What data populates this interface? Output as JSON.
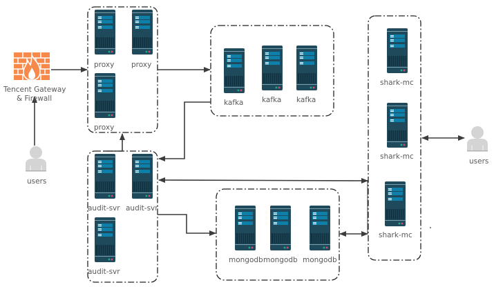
{
  "diagram": {
    "gateway": {
      "label_line1": "Tencent Gateway",
      "label_line2": "& Firewall",
      "icon": "firewall-icon",
      "color": "#f7894a"
    },
    "users_left": {
      "label": "users",
      "icon": "user-icon"
    },
    "users_right": {
      "label": "users",
      "icon": "user-icon"
    },
    "groups": {
      "proxy": {
        "servers": [
          {
            "label": "proxy"
          },
          {
            "label": "proxy"
          },
          {
            "label": "proxy"
          }
        ]
      },
      "kafka": {
        "servers": [
          {
            "label": "kafka"
          },
          {
            "label": "kafka"
          },
          {
            "label": "kafka"
          }
        ]
      },
      "audit": {
        "servers": [
          {
            "label": "audit-svr"
          },
          {
            "label": "audit-svr"
          },
          {
            "label": "audit-svr"
          }
        ]
      },
      "mongodb": {
        "servers": [
          {
            "label": "mongodb"
          },
          {
            "label": "mongodb"
          },
          {
            "label": "mongodb"
          }
        ]
      },
      "shark": {
        "servers": [
          {
            "label": "shark-mc"
          },
          {
            "label": "shark-mc"
          },
          {
            "label": "shark-mc"
          }
        ]
      }
    },
    "connections": [
      {
        "from": "users-left",
        "to": "gateway",
        "type": "arrow"
      },
      {
        "from": "gateway",
        "to": "proxy",
        "type": "arrow"
      },
      {
        "from": "proxy",
        "to": "kafka",
        "type": "arrow"
      },
      {
        "from": "kafka",
        "to": "audit",
        "type": "arrow"
      },
      {
        "from": "audit",
        "to": "proxy",
        "type": "arrow"
      },
      {
        "from": "audit",
        "to": "shark",
        "type": "bidirectional"
      },
      {
        "from": "audit",
        "to": "mongodb",
        "type": "arrow"
      },
      {
        "from": "mongodb",
        "to": "shark",
        "type": "bidirectional"
      },
      {
        "from": "shark",
        "to": "users-right",
        "type": "bidirectional"
      }
    ],
    "colors": {
      "server_body": "#1f4a5c",
      "server_panel": "#0e7fa8",
      "server_line": "#e8f4f8",
      "led_green": "#19b08a",
      "led_red": "#e2466a",
      "user": "#d4d4d4",
      "line": "#3c3c3c",
      "group_border": "#222222"
    }
  }
}
